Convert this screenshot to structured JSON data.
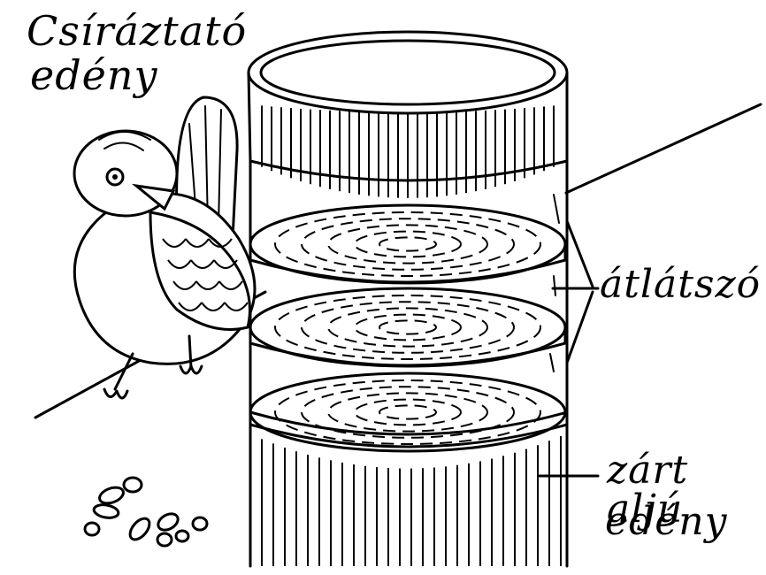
{
  "labels": {
    "title_line1": "Csíráztató",
    "title_line2": "edény",
    "transparent": "átlátszó",
    "bottom_line1": "zárt aljú",
    "bottom_line2": "edény"
  },
  "colors": {
    "ink": "#000000",
    "paper": "#ffffff"
  }
}
